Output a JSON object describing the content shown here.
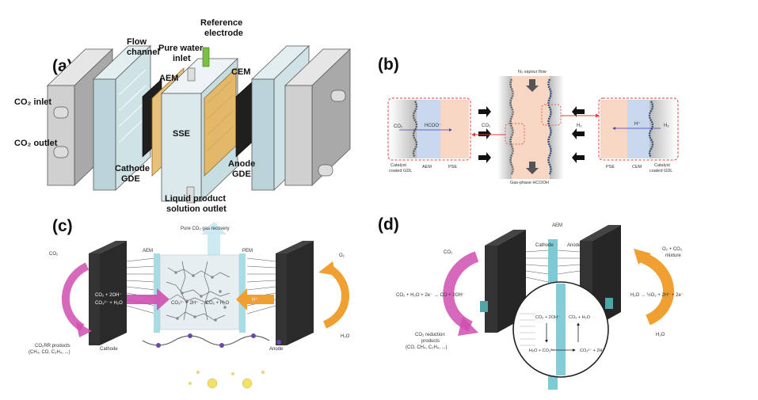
{
  "panels": {
    "a": {
      "label": "(a)",
      "flow_channel": [
        "Flow",
        "channel"
      ],
      "reference_electrode": [
        "Reference",
        "electrode"
      ],
      "pure_water_inlet": [
        "Pure water",
        "inlet"
      ],
      "aem": "AEM",
      "cem": "CEM",
      "co2_inlet": "CO₂ inlet",
      "co2_outlet": "CO₂ outlet",
      "sse": "SSE",
      "cathode_gde": [
        "Cathode",
        "GDE"
      ],
      "anode_gde": [
        "Anode",
        "GDE"
      ],
      "liquid_outlet": [
        "Liquid product",
        "solution outlet"
      ]
    },
    "b": {
      "label": "(b)",
      "n2_flow": "N₂ vapour flow",
      "gas_phase": "Gas-phase HCOOH",
      "co2_left": "CO₂",
      "hcoo": "HCOO⁻",
      "co2_mid": "CO₂",
      "h2": "H₂",
      "h_plus": "H⁺",
      "h2_right": "H₂",
      "catalyst_left": [
        "Catalyst",
        "coated GDL"
      ],
      "aem": "AEM",
      "pse_left": "PSE",
      "pse_right": "PSE",
      "cem": "CEM",
      "catalyst_right": [
        "Catalyst",
        "coated GDL"
      ]
    },
    "c": {
      "label": "(c)",
      "recovery": "Pure CO₂ gas recovery",
      "aem": "AEM",
      "pem": "PEM",
      "co2_in": "CO₂",
      "o2_out": "O₂",
      "h2o_in": "H₂O",
      "products": [
        "CO₂RR products",
        "(CH₄, CO, C₂H₄, ...)"
      ],
      "cathode": "Cathode",
      "anode": "Anode",
      "eq_left": [
        "CO₂ + 2OH⁻",
        "CO₃²⁻ + H₂O"
      ],
      "eq_center": "CO₃²⁻ + 2H⁺ → CO₂ + H₂O",
      "eq_arrow": "H⁺"
    },
    "d": {
      "label": "(d)",
      "aem": "AEM",
      "cathode": "Cathode",
      "anode": "Anode",
      "co2_in": "CO₂",
      "cathode_eq": "CO₂ + H₂O + 2e⁻ → CO + 2OH⁻",
      "reduction": [
        "CO₂ reduction",
        "products",
        "(CO, CH₄, C₂H₄, ...)"
      ],
      "o2_mix": [
        "O₂ + CO₂",
        "mixture"
      ],
      "anode_eq": "H₂O → ½O₂ + 2H⁺ + 2e⁻",
      "h2o": "H₂O",
      "inset_co2_oh": "CO₂ + 2OH⁻",
      "inset_co2_h2o": "CO₂ + H₂O",
      "inset_h2o_co3": "H₂O + CO₃²⁻",
      "inset_co3_h": "CO₃²⁻ + 2H⁺"
    }
  },
  "colors": {
    "plate_gray": "#bfbfbf",
    "membrane_tan": "#e2b86a",
    "gde_black": "#1a1a1a",
    "pink_arrow": "#d04fb0",
    "orange_arrow": "#f0a030",
    "teal": "#6fc3cf",
    "dashed_red": "#d9403a",
    "pse_peach": "#f7d6c4",
    "aem_blue": "#c8d6ee"
  }
}
